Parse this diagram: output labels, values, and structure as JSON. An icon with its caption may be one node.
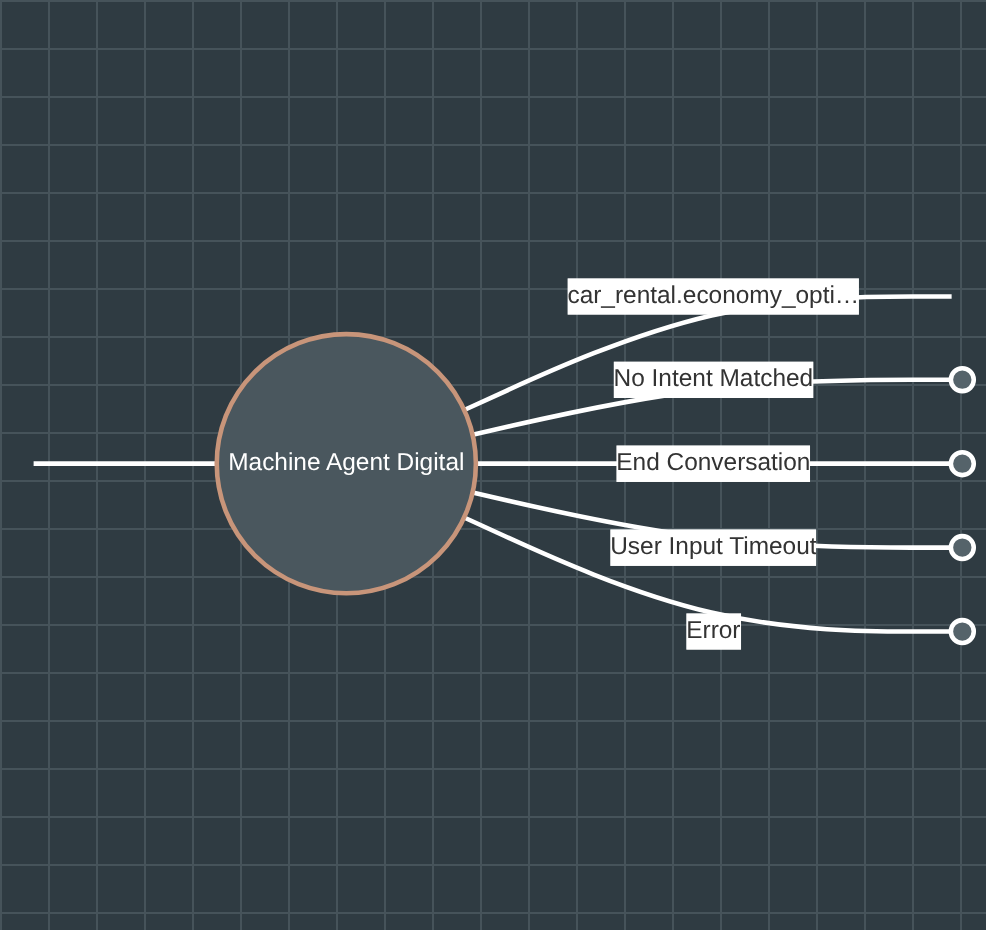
{
  "diagram": {
    "nodes": [
      {
        "text": [
          "Machine Agent Digital"
        ]
      },
      {
        "text": [],
        "shape": "circle"
      },
      {
        "text": [],
        "shape": "circle"
      },
      {
        "text": [],
        "shape": "circle"
      },
      {
        "text": [],
        "shape": "circle"
      }
    ],
    "edges": [
      {
        "from": null,
        "to": 0,
        "arrow": "none"
      },
      {
        "from": 0,
        "to": null,
        "label": "car_rental.economy_opti…",
        "arrow": "none"
      },
      {
        "from": 0,
        "to": 1,
        "label": "No Intent Matched",
        "arrow": "none"
      },
      {
        "from": 0,
        "to": 2,
        "label": "End Conversation",
        "arrow": "none"
      },
      {
        "from": 0,
        "to": 3,
        "label": "User Input Timeout",
        "arrow": "none"
      },
      {
        "from": 0,
        "to": 4,
        "label": "Error",
        "arrow": "none"
      }
    ]
  }
}
